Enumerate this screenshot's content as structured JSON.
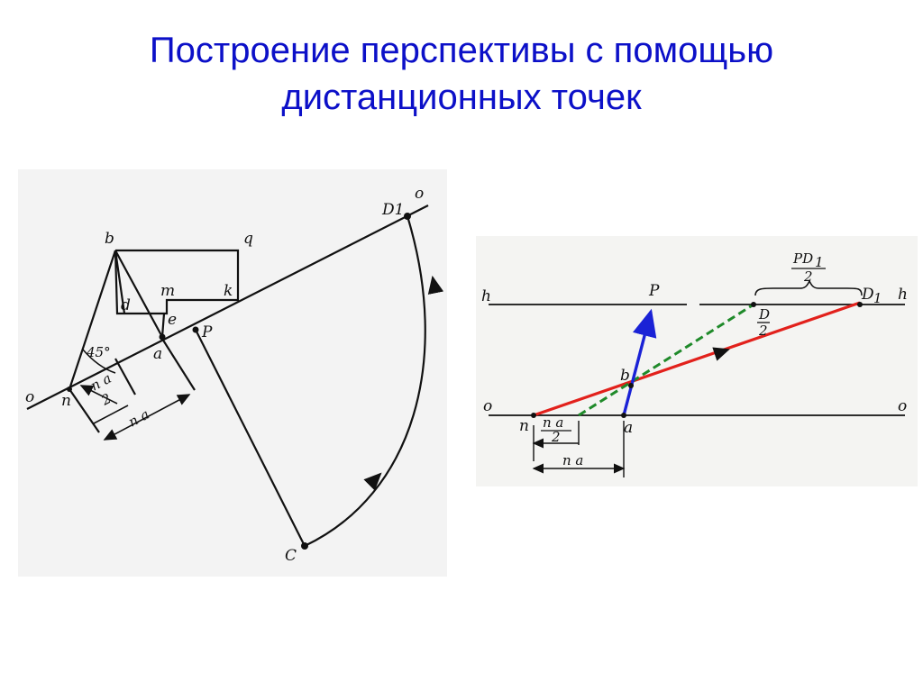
{
  "title": {
    "line1": "Построение перспективы с помощью",
    "line2": "дистанционных точек"
  },
  "colors": {
    "title": "#0c10c8",
    "red_line": "#e2211c",
    "blue_line": "#1a22d6",
    "green_dashed": "#1f8a2a"
  },
  "left_figure": {
    "labels": {
      "o_left": "o",
      "o_right": "o",
      "D1": "D1",
      "D1_sub": "1",
      "b": "b",
      "q": "q",
      "m": "m",
      "k": "k",
      "d": "d",
      "e": "e",
      "a": "a",
      "P": "P",
      "n": "n",
      "angle": "45°",
      "C": "C",
      "half_na_top": "n a",
      "half_na_bottom": "2",
      "na": "n a"
    }
  },
  "right_figure": {
    "labels": {
      "h_left": "h",
      "h_right": "h",
      "o_left": "o",
      "o_right": "o",
      "P": "P",
      "D1": "D",
      "D1_sub": "1",
      "PD1_top": "PD",
      "PD1_sub": "1",
      "PD1_bottom": "2",
      "D_half_top": "D",
      "D_half_bottom": "2",
      "b": "b",
      "n": "n",
      "a": "a",
      "half_na_top": "n a",
      "half_na_bottom": "2",
      "na": "n a"
    }
  }
}
